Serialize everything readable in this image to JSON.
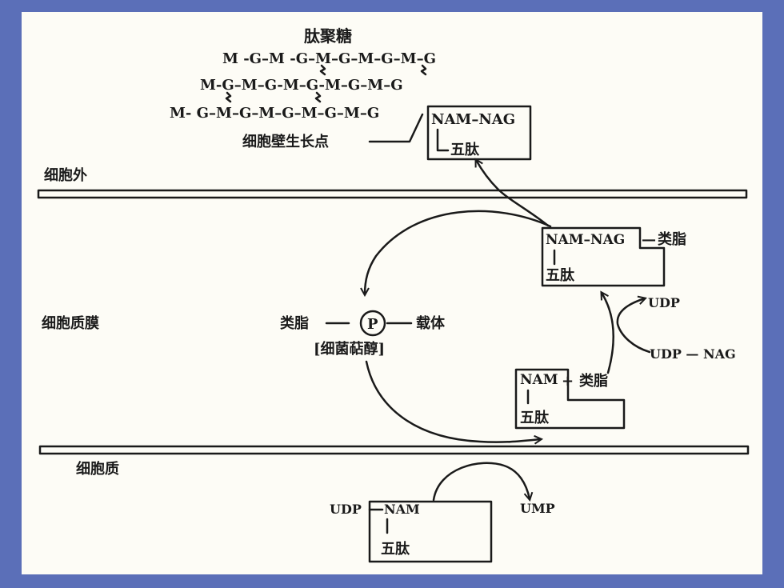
{
  "peptidoglycan_title": "肽聚糖",
  "chains": [
    "M -G–M -G–M–G–M–G–M–G",
    "M-G–M–G-M–G-M–G–M–G",
    "M- G–M–G–M–G–M–G–M–G"
  ],
  "nam_nag": "NAM–NAG",
  "pentapeptide": "五肽",
  "growth_point": "细胞壁生长点",
  "outside_cell": "细胞外",
  "membrane": "细胞质膜",
  "cytoplasm": "细胞质",
  "lipid": "类脂",
  "phosphate": "P",
  "carrier": "载体",
  "bactoprenol": "[细菌萜醇]",
  "nam": "NAM",
  "udp": "UDP",
  "udp_nag": "UDP — NAG",
  "udp_nam": "UDP",
  "ump": "UMP"
}
